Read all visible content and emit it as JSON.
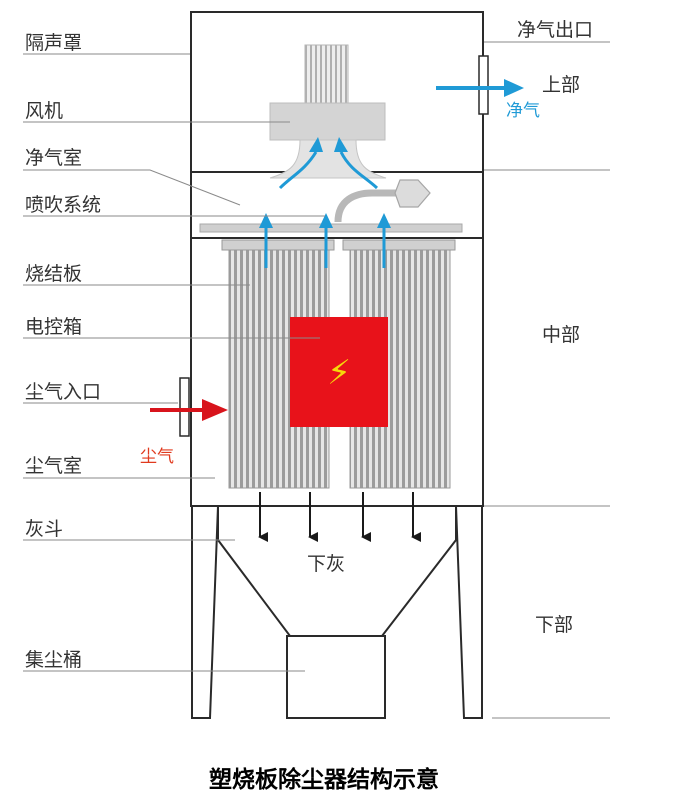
{
  "labels": {
    "sound_hood": "隔声罩",
    "fan": "风机",
    "clean_air_chamber": "净气室",
    "pulse_system": "喷吹系统",
    "sintered_plate": "烧结板",
    "control_box": "电控箱",
    "dust_inlet": "尘气入口",
    "dust_chamber": "尘气室",
    "ash_hopper": "灰斗",
    "dust_bin": "集尘桶",
    "clean_air_outlet": "净气出口",
    "upper_section": "上部",
    "middle_section": "中部",
    "lower_section": "下部",
    "clean_air_flow": "净气",
    "dust_air_flow": "尘气",
    "ash_drop": "下灰",
    "lightning_glyph": "⚡"
  },
  "caption": "塑烧板除尘器结构示意",
  "colors": {
    "frame": "#2a2a2a",
    "filter": "#a8a8a8",
    "control_box": "#e8121a",
    "lightning": "#f5d90a",
    "clean_arrow": "#1f9ad6",
    "dust_arrow": "#d8141c",
    "leader": "#8a8a8a"
  }
}
